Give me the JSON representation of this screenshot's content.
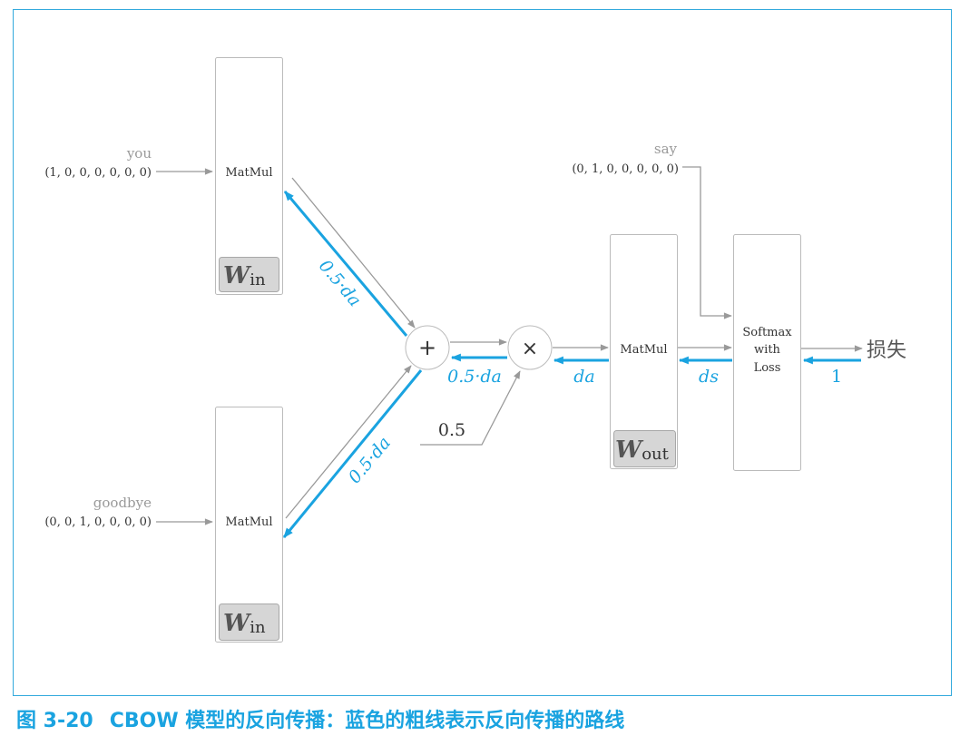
{
  "inputs": {
    "top": {
      "word": "you",
      "vector": "(1, 0, 0, 0, 0, 0, 0)"
    },
    "bottom": {
      "word": "goodbye",
      "vector": "(0, 0, 1, 0, 0, 0, 0)"
    },
    "target": {
      "word": "say",
      "vector": "(0, 1, 0, 0, 0, 0, 0)"
    }
  },
  "layers": {
    "matmul_label": "MatMul",
    "softmax_lines": [
      "Softmax",
      "with",
      "Loss"
    ]
  },
  "weights": {
    "in_main": "W",
    "in_sub": "in",
    "out_main": "W",
    "out_sub": "out"
  },
  "nodes": {
    "add_symbol": "+",
    "mul_symbol": "×"
  },
  "constants": {
    "half": "0.5"
  },
  "gradients": {
    "half_da": "0.5·da",
    "da": "da",
    "ds": "ds",
    "one": "1"
  },
  "output": {
    "loss_label": "损失"
  },
  "caption": {
    "number": "图 3-20",
    "text": "CBOW 模型的反向传播：蓝色的粗线表示反向传播的路线"
  },
  "colors": {
    "frame": "#33aadd",
    "forward": "#999999",
    "backward": "#1aa3e0",
    "weight_fill": "#d6d6d6"
  }
}
